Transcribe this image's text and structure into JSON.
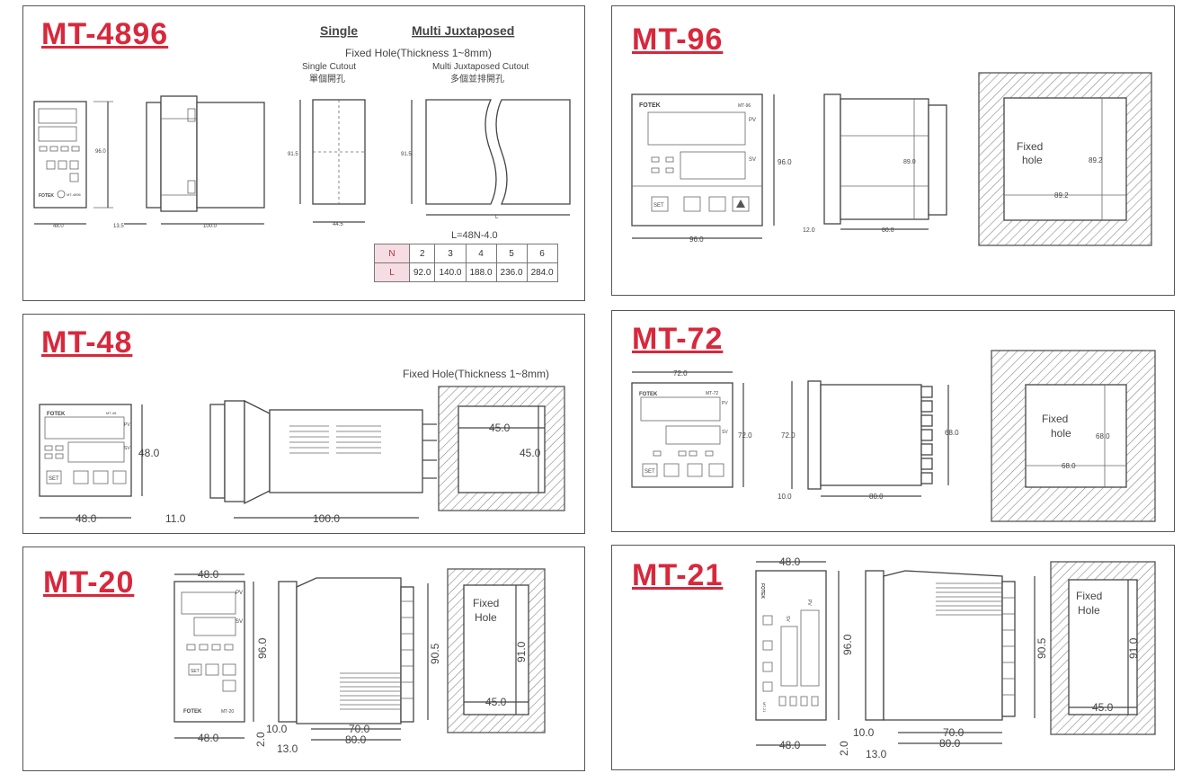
{
  "colors": {
    "title": "#d8283c",
    "table_header": "#f6dde3"
  },
  "p4896": {
    "title": "MT-4896",
    "single_label": "Single",
    "multi_label": "Multi Juxtaposed",
    "fixed_hole": "Fixed Hole(Thickness 1~8mm)",
    "single_cutout": "Single Cutout",
    "single_cutout_cn": "單個開孔",
    "multi_cutout": "Multi Juxtaposed Cutout",
    "multi_cutout_cn": "多個並排開孔",
    "dim_h96": "96.0",
    "dim_w48": "48.0",
    "dim_13": "13.5",
    "dim_100": "100.0",
    "dim_915a": "91.5",
    "dim_445": "44.5",
    "dim_915b": "91.5",
    "dim_L": "L",
    "formula": "L=48N-4.0",
    "brand": "FOTEK",
    "model": "MT-4896",
    "table": {
      "n_label": "N",
      "l_label": "L",
      "n": [
        "2",
        "3",
        "4",
        "5",
        "6"
      ],
      "l": [
        "92.0",
        "140.0",
        "188.0",
        "236.0",
        "284.0"
      ]
    }
  },
  "p96": {
    "title": "MT-96",
    "brand": "FOTEK",
    "model": "MT-96",
    "pv": "PV",
    "sv": "SV",
    "set": "SET",
    "dim_960h": "96.0",
    "dim_960w": "96.0",
    "dim_890": "89.0",
    "dim_12": "12.0",
    "dim_80": "80.0",
    "fixed": "Fixed",
    "hole": "hole",
    "dim_892a": "89.2",
    "dim_892b": "89.2"
  },
  "p48": {
    "title": "MT-48",
    "fixed_hole": "Fixed Hole(Thickness 1~8mm)",
    "brand": "FOTEK",
    "model": "MT-48",
    "pv": "PV",
    "sv": "SV",
    "set": "SET",
    "dim_48h": "48.0",
    "dim_48w": "48.0",
    "dim_11": "11.0",
    "dim_100": "100.0",
    "dim_45a": "45.0",
    "dim_45b": "45.0"
  },
  "p72": {
    "title": "MT-72",
    "brand": "FOTEK",
    "model": "MT-72",
    "pv": "PV",
    "sv": "SV",
    "set": "SET",
    "dim_72w": "72.0",
    "dim_72h": "72.0",
    "dim_72s": "72.0",
    "dim_680s": "68.0",
    "dim_10": "10.0",
    "dim_80": "80.0",
    "fixed": "Fixed",
    "hole": "hole",
    "dim_680a": "68.0",
    "dim_680b": "68.0"
  },
  "p20": {
    "title": "MT-20",
    "brand": "FOTEK",
    "model": "MT-20",
    "pv": "PV",
    "sv": "SV",
    "set": "SET",
    "dim_48t": "48.0",
    "dim_48b": "48.0",
    "dim_96": "96.0",
    "dim_2": "2.0",
    "dim_10": "10.0",
    "dim_13": "13.0",
    "dim_70": "70.0",
    "dim_80": "80.0",
    "dim_905": "90.5",
    "fixed": "Fixed",
    "hole": "Hole",
    "dim_91": "91.0",
    "dim_45": "45.0"
  },
  "p21": {
    "title": "MT-21",
    "brand": "FOTEK",
    "model": "MT-21",
    "pv": "PV",
    "sv": "SV",
    "dim_48t": "48.0",
    "dim_48b": "48.0",
    "dim_96": "96.0",
    "dim_2": "2.0",
    "dim_10": "10.0",
    "dim_13": "13.0",
    "dim_70": "70.0",
    "dim_80": "80.0",
    "dim_905": "90.5",
    "fixed": "Fixed",
    "hole": "Hole",
    "dim_91": "91.0",
    "dim_45": "45.0"
  }
}
